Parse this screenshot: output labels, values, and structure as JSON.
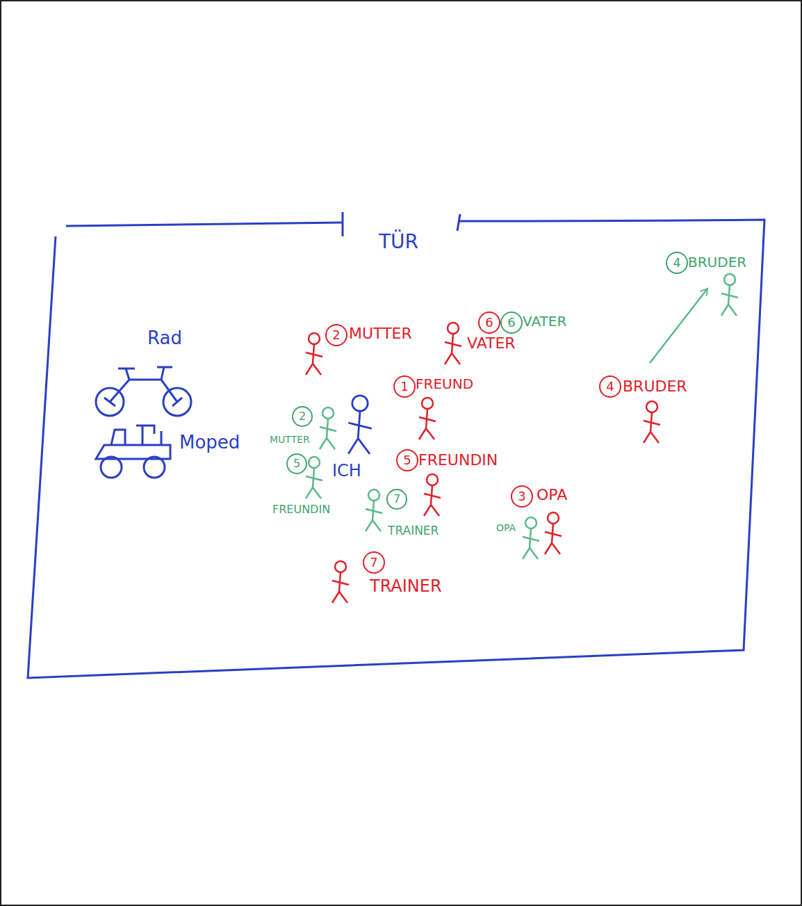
{
  "diagram": {
    "labels": [
      "TÜR",
      "4",
      "BRUDER",
      "Rad",
      "6",
      "6",
      "VATER",
      "2",
      "MUTTER",
      "VATER",
      "1",
      "FREUND",
      "4",
      "BRUDER",
      "Moped",
      "2",
      "MUTTER",
      "5",
      "ICH",
      "5",
      "FREUNDIN",
      "FREUNDIN",
      "3",
      "OPA",
      "7",
      "TRAINER",
      "OPA",
      "7",
      "TRAINER"
    ]
  }
}
